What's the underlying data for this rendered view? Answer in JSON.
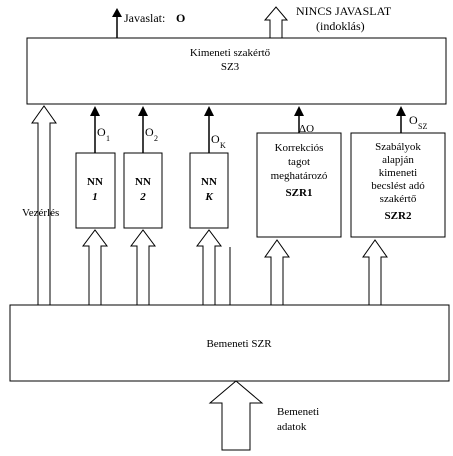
{
  "top": {
    "javaslat_label": "Javaslat:",
    "javaslat_symbol": "O",
    "nincs_line1": "NINCS JAVASLAT",
    "nincs_line2": "(indoklás)"
  },
  "sz3": {
    "line1": "Kimeneti szakértő",
    "line2": "SZ3"
  },
  "outputs": {
    "o1": "O",
    "o1_sub": "1",
    "o2": "O",
    "o2_sub": "2",
    "ok": "O",
    "ok_sub": "K",
    "delta": "ΔO",
    "osz": "O",
    "osz_sub": "SZ"
  },
  "nn1": {
    "line1": "NN",
    "line2": "1"
  },
  "nn2": {
    "line1": "NN",
    "line2": "2"
  },
  "nnk": {
    "line1": "NN",
    "line2": "K"
  },
  "szr1": {
    "line1": "Korrekciós",
    "line2": "tagot",
    "line3": "meghatározó",
    "line4": "SZR1"
  },
  "szr2": {
    "line1": "Szabályok",
    "line2": "alapján",
    "line3": "kimeneti",
    "line4": "becslést adó",
    "line5": "szakértő",
    "line6": "SZR2"
  },
  "vezerles": "Vezérlés",
  "bemeneti_szr": "Bemeneti SZR",
  "bemeneti_adatok": {
    "line1": "Bemeneti",
    "line2": "adatok"
  }
}
